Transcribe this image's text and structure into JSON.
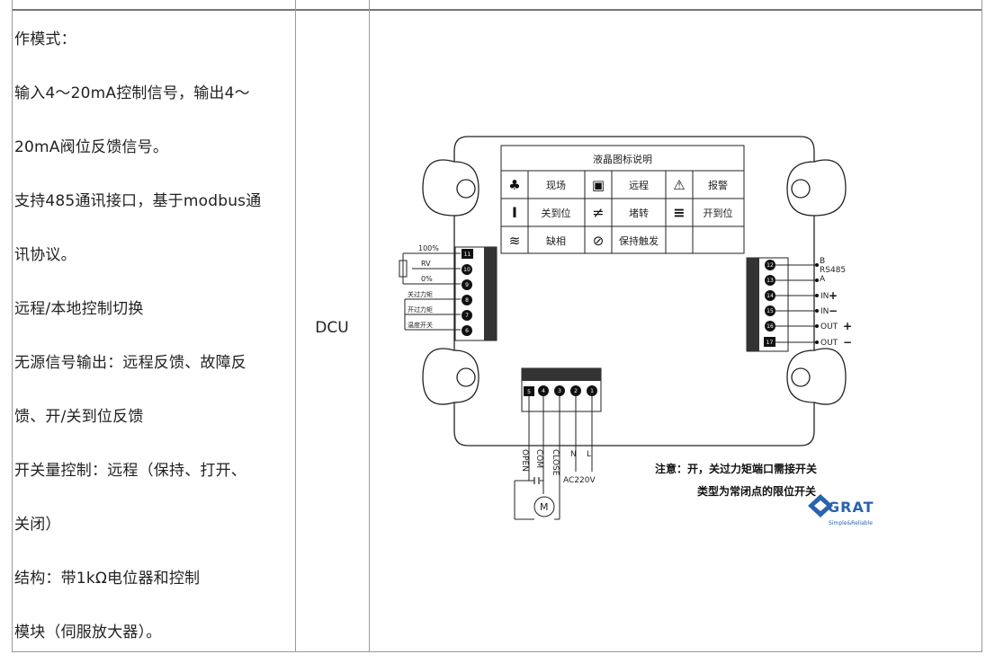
{
  "description_lines": [
    "作模式：",
    "输入4～20mA控制信号，输出4～",
    "20mA阀位反馈信号。",
    "支持485通讯接口，基于modbus通",
    "讯协议。",
    "远程/本地控制切换",
    "无源信号输出：远程反馈、故障反",
    "馈、开/关到位反馈",
    "开关量控制：远程（保持、打开、",
    "关闭）",
    "结构：带1kΩ电位器和控制",
    "模块（伺服放大器）。"
  ],
  "model": "DCU",
  "diagram": {
    "legend_title": "液晶图标说明",
    "legend_items": [
      {
        "icon": "local-icon",
        "label": "现场"
      },
      {
        "icon": "remote-icon",
        "label": "远程"
      },
      {
        "icon": "alarm-icon",
        "label": "报警"
      },
      {
        "icon": "close-limit-icon",
        "label": "关到位"
      },
      {
        "icon": "stall-icon",
        "label": "堵转"
      },
      {
        "icon": "open-limit-icon",
        "label": "开到位"
      },
      {
        "icon": "phase-loss-icon",
        "label": "缺相"
      },
      {
        "icon": "hold-icon",
        "label": "保持触发"
      }
    ],
    "left_terminals": [
      "11",
      "10",
      "9",
      "8",
      "7",
      "6"
    ],
    "left_labels": {
      "pct100": "100%",
      "rv": "RV",
      "pct0": "0%",
      "close_torque": "关过力矩",
      "open_torque": "开过力矩",
      "temp_switch": "温度开关"
    },
    "right_terminals": [
      "12",
      "13",
      "14",
      "15",
      "16",
      "17"
    ],
    "right_labels": {
      "b": "B",
      "rs485": "RS485",
      "a": "A",
      "in_plus": "IN",
      "in_minus": "IN",
      "out_plus": "OUT",
      "out_minus": "OUT"
    },
    "bottom_terminals": [
      "5",
      "4",
      "3",
      "2",
      "1"
    ],
    "bottom_labels": {
      "open": "OPEN",
      "com": "COM",
      "close": "CLOSE",
      "n": "N",
      "l": "L",
      "ac": "AC220V",
      "motor": "M"
    },
    "note_line1": "注意：开，关过力矩端口需接开关",
    "note_line2": "类型为常闭点的限位开关",
    "brand": "GRAT",
    "brand_tagline": "Simple&Reliable",
    "colors": {
      "line": "#222222",
      "brand_blue": "#2a63ad"
    }
  }
}
